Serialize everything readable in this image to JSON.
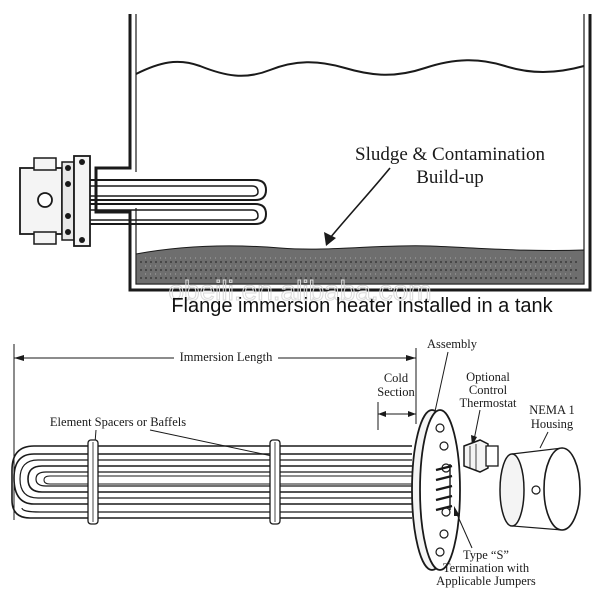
{
  "top_diagram": {
    "sludge_label_line1": "Sludge & Contamination",
    "sludge_label_line2": "Build-up",
    "caption": "Flange immersion heater installed in a tank",
    "watermark": "obeili.en.alibaba.com"
  },
  "bottom_diagram": {
    "immersion_length_label": "Immersion Length",
    "assembly_label": "Assembly",
    "cold_section_line1": "Cold",
    "cold_section_line2": "Section",
    "thermostat_line1": "Optional",
    "thermostat_line2": "Control",
    "thermostat_line3": "Thermostat",
    "nema_line1": "NEMA 1",
    "nema_line2": "Housing",
    "spacers_label": "Element Spacers or Baffels",
    "termination_line1": "Type “S”",
    "termination_line2": "Termination with",
    "termination_line3": "Applicable Jumpers"
  },
  "colors": {
    "line": "#1a1a1a",
    "sludge": "#555555",
    "watermark": "#d9d9d9"
  }
}
